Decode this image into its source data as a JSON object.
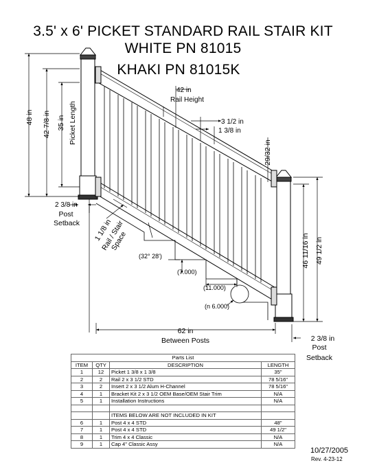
{
  "title": {
    "line1": "3.5' x 6' PICKET STANDARD RAIL STAIR KIT",
    "line2": "WHITE PN 81015",
    "line3": "KHAKI PN 81015K"
  },
  "dimensions": {
    "height_48": "48 in",
    "height_42_78": "42 7/8 in",
    "picket_len": "35 in",
    "picket_len_label": "Picket Length",
    "rail_height": "42 in",
    "rail_height_label": "Rail Height",
    "rail_width": "3 1/2 in",
    "picket_width": "1 3/8 in",
    "gap_2932": "29/32 in",
    "post_setback_left": "2 3/8 in",
    "post_setback_left_l2": "Post",
    "post_setback_left_l3": "Setback",
    "rail_stair_space": "1 1/8 in",
    "rail_stair_space_l2": "Rail / Stair",
    "rail_stair_space_l3": "Space",
    "angle": "(32° 28')",
    "rise": "(7.000)",
    "run": "(11.000)",
    "nose": "(n 6.000)",
    "right_4611": "46 11/16 in",
    "right_4912": "49 1/2 in",
    "between": "62 in",
    "between_label": "Between Posts",
    "post_setback_right": "2 3/8 in",
    "post_setback_right_l2": "Post",
    "post_setback_right_l3": "Setback"
  },
  "parts": {
    "caption": "Parts List",
    "headers": [
      "ITEM",
      "QTY",
      "DESCRIPTION",
      "LENGTH"
    ],
    "rows": [
      [
        "1",
        "12",
        "Picket 1 3/8 x 1 3/8",
        "35\""
      ],
      [
        "2",
        "2",
        "Rail 2 x 3 1/2 STD",
        "78 5/16\""
      ],
      [
        "3",
        "2",
        "Insert 2 x 3 1/2 Alum H-Channel",
        "78 5/16\""
      ],
      [
        "4",
        "1",
        "Bracket Kit 2 x 3 1/2 OEM Base/OEM Stair Trim",
        "N/A"
      ],
      [
        "5",
        "1",
        "Installation Instructions",
        "N/A"
      ],
      [
        "",
        "",
        "",
        ""
      ],
      [
        "",
        "",
        "ITEMS BELOW ARE NOT INCLUDED IN KIT",
        ""
      ],
      [
        "6",
        "1",
        "Post 4 x 4 STD",
        "48\""
      ],
      [
        "7",
        "1",
        "Post 4 x 4 STD",
        "49 1/2\""
      ],
      [
        "8",
        "1",
        "Trim 4 x 4 Classic",
        "N/A"
      ],
      [
        "9",
        "1",
        "Cap 4\" Classic Assy",
        "N/A"
      ]
    ]
  },
  "footer": {
    "date": "10/27/2005",
    "rev": "Rev. 4-23-12"
  }
}
